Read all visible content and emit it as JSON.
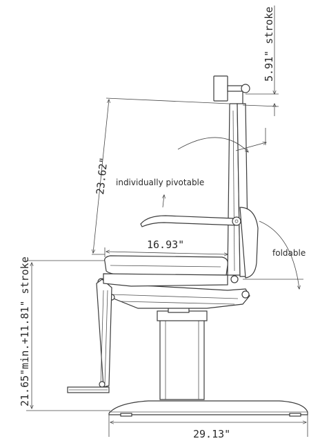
{
  "dimensions": {
    "headrest_stroke": "5.91\" stroke",
    "backrest_height": "23.62\"",
    "seat_depth": "16.93\"",
    "height_range": "21.65\"min.+11.81\" stroke",
    "base_width": "29.13\""
  },
  "annotations": {
    "armrest": "individually pivotable",
    "footrest": "foldable"
  },
  "colors": {
    "line": "#3a3a3a",
    "background": "#ffffff"
  }
}
